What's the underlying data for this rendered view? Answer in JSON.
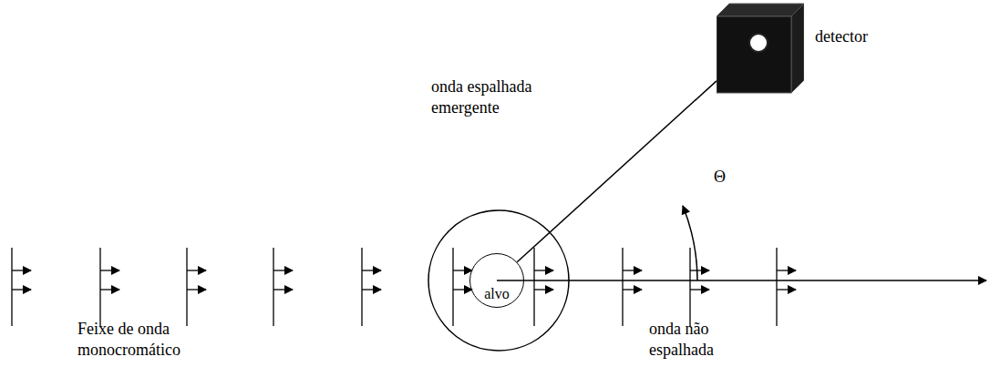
{
  "diagram": {
    "nodes": [
      {
        "text": [
          "alvo"
        ]
      },
      {
        "text": [
          "detector"
        ]
      }
    ],
    "edges": [
      {
        "from": 0,
        "to": 1,
        "arrow": "none"
      }
    ],
    "labels": [
      "onda espalhada emergente",
      "Θ",
      "Feixe de onda monocromático",
      "onda não espalhada"
    ]
  }
}
